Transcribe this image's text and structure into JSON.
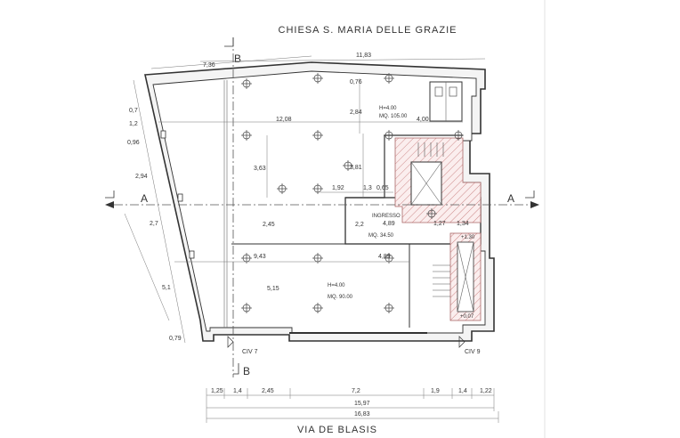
{
  "title_top": "CHIESA  S.  MARIA  DELLE  GRAZIE",
  "street_bottom": "VIA DE BLASIS",
  "section_labels": {
    "a": "A",
    "b": "B"
  },
  "civici": {
    "left": "CIV 7",
    "right": "CIV 9"
  },
  "rooms": {
    "upper": {
      "height": "H=4.00",
      "area": "MQ. 105.00"
    },
    "entry": {
      "name": "INGRESSO",
      "area": "MQ. 34.50"
    },
    "lower": {
      "height": "H=4.00",
      "area": "MQ. 90.00"
    }
  },
  "levels": {
    "upper": "+1.30",
    "lower": "+0.07"
  },
  "dims": {
    "top_short": "7,36",
    "top_long": "11,83",
    "left_a": "0,7",
    "left_b": "1,2",
    "left_c": "0,96",
    "left_d": "2,94",
    "left_e": "2,7",
    "left_f": "5,1",
    "left_g": "0,79",
    "upper_dy1": "0,76",
    "upper_dy2": "2,84",
    "upper_dx_right": "4,00",
    "upper_width": "12,08",
    "mid_h1": "3,63",
    "mid_h2": "3,81",
    "x_1_92": "1,92",
    "x_1_3": "1,3",
    "x_0_65": "0,65",
    "entry_2_2": "2,2",
    "entry_4_89": "4,89",
    "entry_1_27": "1,27",
    "entry_1_34": "1,34",
    "h_2_45": "2,45",
    "lower_9_43": "9,43",
    "lower_4_89": "4,89",
    "lower_5_15": "5,15",
    "bottom_row": [
      "1,25",
      "1,4",
      "2,45",
      "7,2",
      "1,9",
      "1,4",
      "1,22"
    ],
    "bottom_total1": "15,97",
    "bottom_total2": "16,83"
  }
}
